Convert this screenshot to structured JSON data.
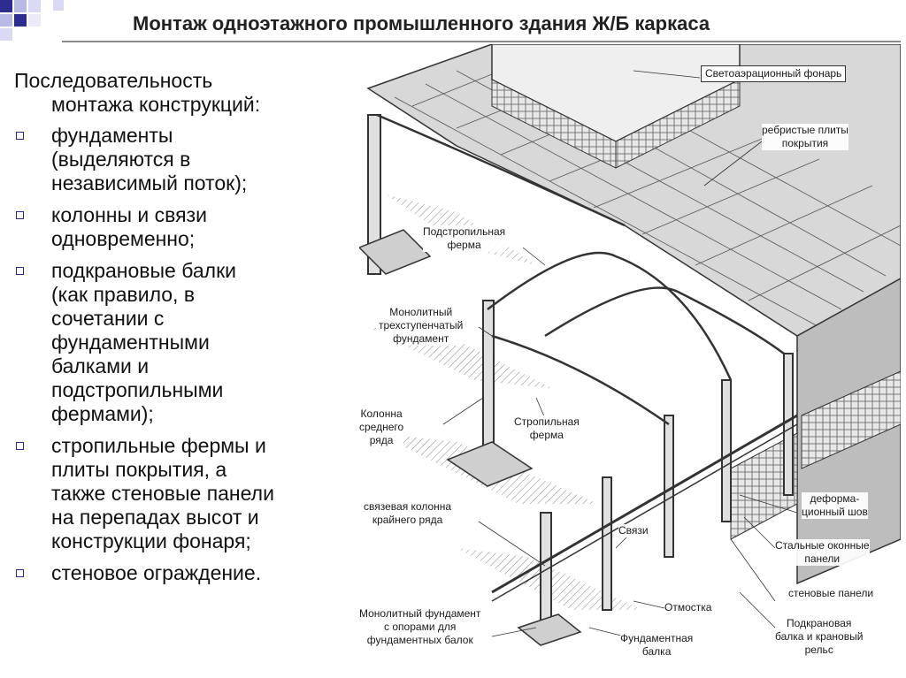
{
  "slide": {
    "title": "Монтаж одноэтажного промышленного здания Ж/Б каркаса"
  },
  "content": {
    "intro_line1": "Последовательность",
    "intro_line2": "монтажа конструкций:",
    "bullets": [
      [
        "фундаменты",
        "(выделяются в",
        "независимый поток);"
      ],
      [
        "колонны и связи",
        "одновременно;"
      ],
      [
        "подкрановые балки",
        "(как правило, в",
        "сочетании с",
        "фундаментными",
        "балками и",
        "подстропильными",
        "фермами);"
      ],
      [
        "стропильные фермы и",
        "плиты покрытия, а",
        "также стеновые панели",
        "на перепадах высот и",
        "конструкции фонаря;"
      ],
      [
        "стеновое ограждение."
      ]
    ]
  },
  "diagram": {
    "labels": {
      "lantern": "Светоаэрационный фонарь",
      "ribbed_slabs": [
        "ребристые плиты",
        "покрытия"
      ],
      "sub_truss": [
        "Подстропильная",
        "ферма"
      ],
      "monolithic_foundation": [
        "Монолитный",
        "трехступенчатый",
        "фундамент"
      ],
      "middle_column": [
        "Колонна",
        "среднего",
        "ряда"
      ],
      "rafter_truss": [
        "Стропильная",
        "ферма"
      ],
      "brace_column": [
        "связевая колонна",
        "крайнего ряда"
      ],
      "braces": "Связи",
      "deform_joint": [
        "деформа-",
        "ционный шов"
      ],
      "steel_panels": [
        "Стальные оконные",
        "панели"
      ],
      "wall_panels": "стеновые панели",
      "blind_area": "Отмостка",
      "foundation_supports": [
        "Монолитный фундамент",
        "с опорами для",
        "фундаментных балок"
      ],
      "foundation_beam": [
        "Фундаментная",
        "балка"
      ],
      "crane_beam": [
        "Подкрановая",
        "балка и крановый",
        "рельс"
      ]
    }
  },
  "colors": {
    "bullet_marker": "#2a2a8a",
    "title_text": "#222222",
    "corner_blue": "#2d2d8f",
    "corner_lavender": "#b9b9e6"
  }
}
